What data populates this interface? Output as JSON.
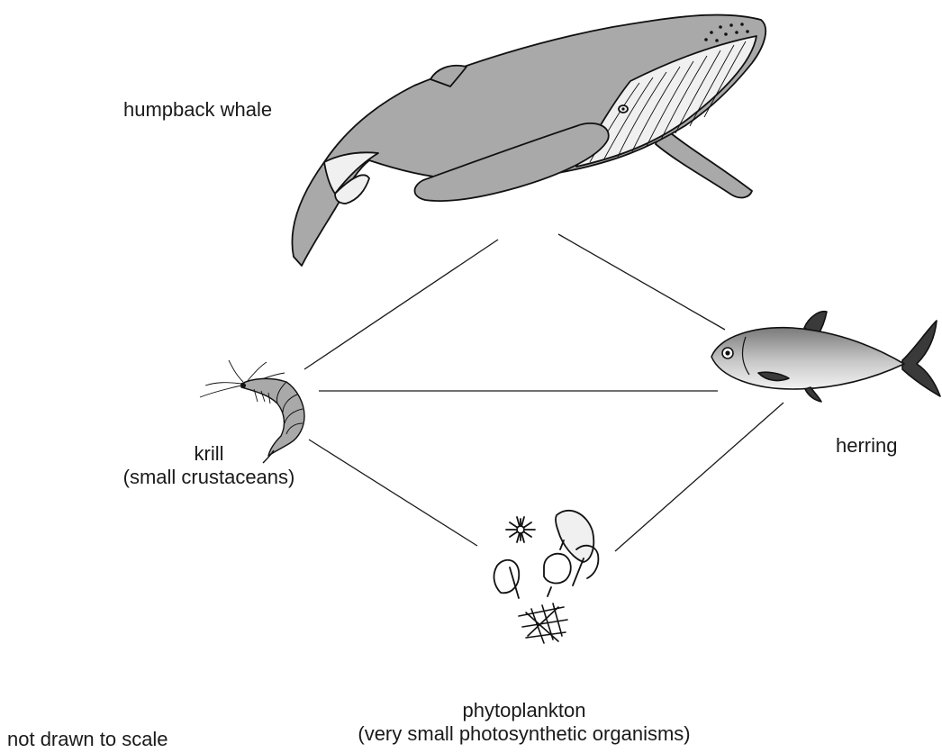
{
  "organisms": {
    "whale": {
      "name": "humpback whale"
    },
    "herring": {
      "name": "herring"
    },
    "krill": {
      "name": "krill",
      "description": "(small crustaceans)"
    },
    "phytoplankton": {
      "name": "phytoplankton",
      "description": "(very small photosynthetic organisms)"
    }
  },
  "note": "not drawn to scale",
  "links": [
    [
      "krill",
      "whale"
    ],
    [
      "whale",
      "herring"
    ],
    [
      "krill",
      "herring"
    ],
    [
      "krill",
      "phytoplankton"
    ],
    [
      "phytoplankton",
      "herring"
    ]
  ],
  "colors": {
    "line": "#1a1a1a",
    "body_fill": "#a9a9a9",
    "belly_fill": "#f0f0f0"
  },
  "icons": [
    "humpback-whale-icon",
    "herring-fish-icon",
    "krill-icon",
    "phytoplankton-icon"
  ]
}
